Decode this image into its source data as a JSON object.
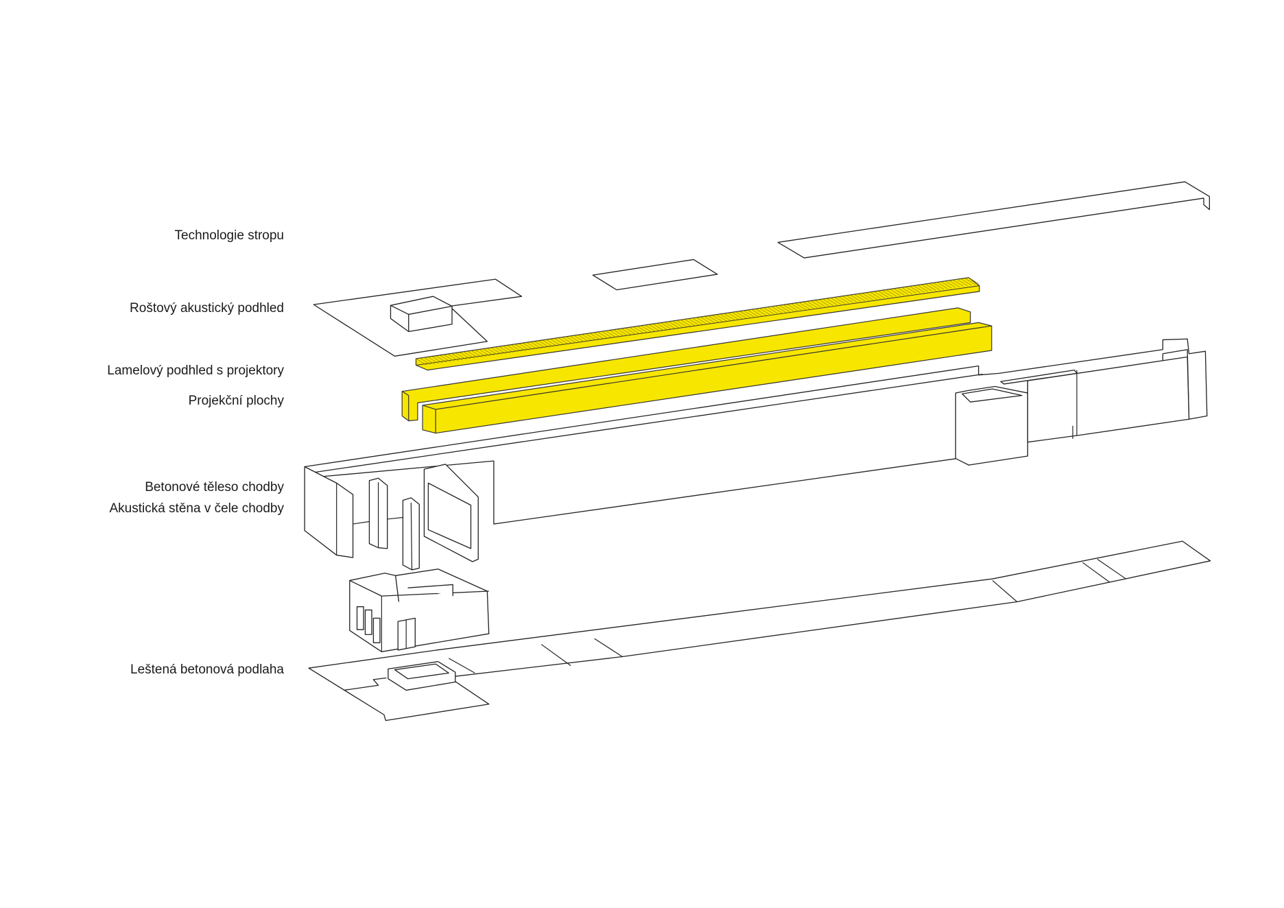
{
  "labels": {
    "ceiling_tech": "Technologie stropu",
    "grid_ceiling": "Roštový akustický podhled",
    "lamella_ceiling": "Lamelový podhled s projektory",
    "projection_surfaces": "Projekční plochy",
    "concrete_body": "Betonové těleso chodby",
    "acoustic_wall": "Akustická stěna v čele chodby",
    "polished_floor": "Leštená betonová podlaha"
  },
  "colors": {
    "highlight": "#f7e600",
    "line": "#222222"
  }
}
